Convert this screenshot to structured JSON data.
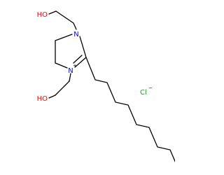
{
  "molecule": {
    "labels": {
      "oh_top": "HO",
      "n1": "N",
      "n3": "N",
      "n3_charge": "+",
      "oh_left": "HO",
      "chloride": "Cl",
      "chloride_charge": "−"
    },
    "colors": {
      "bond": "#000000",
      "oxygen": "#ff0000",
      "nitrogen": "#0000ff",
      "chlorine": "#1fa01f"
    }
  }
}
